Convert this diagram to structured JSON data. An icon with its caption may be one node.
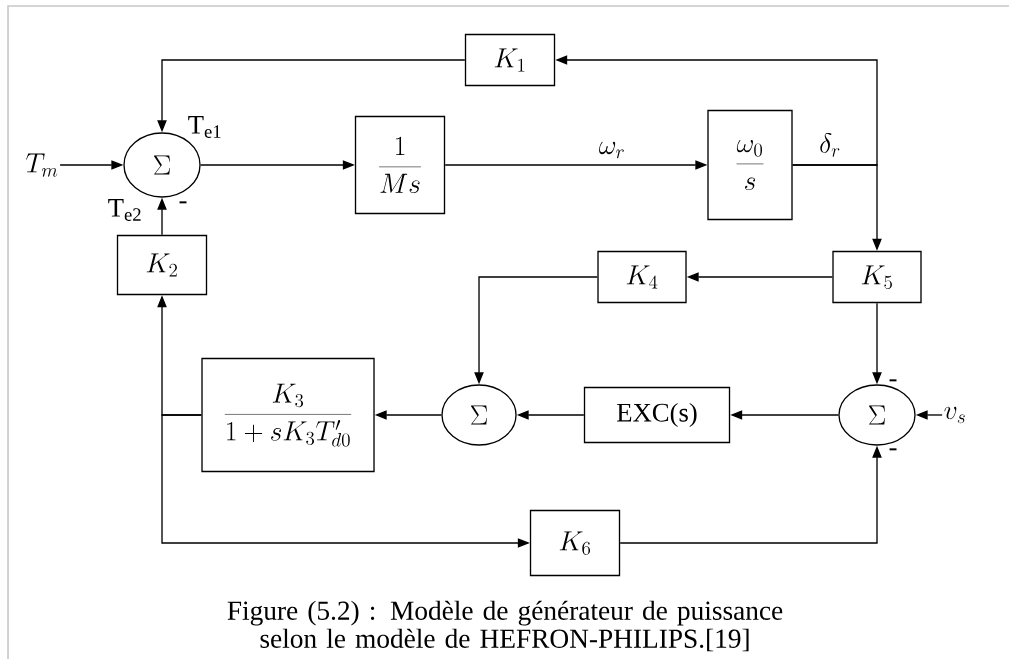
{
  "diagram": {
    "caption": "Figure (5.2) : Modèle de générateur de puissance selon le modèle de HEFRON-PHILIPS.[19]",
    "nodes": [
      {
        "text": [
          "\\Sigma"
        ]
      },
      {
        "text": [
          "\\frac{1}{Ms}"
        ]
      },
      {
        "text": [
          "\\frac{\\omega_{0}}{s}"
        ]
      },
      {
        "text": [
          "K_{1}"
        ]
      },
      {
        "text": [
          "K_{2}"
        ]
      },
      {
        "text": [
          "K_{5}"
        ]
      },
      {
        "text": [
          "K_{4}"
        ]
      },
      {
        "text": [
          "\\frac{K_{3}}{1+sK_{3}T'_{d0}}"
        ]
      },
      {
        "text": [
          "\\Sigma"
        ]
      },
      {
        "text": [
          "EXC(s)"
        ]
      },
      {
        "text": [
          "\\Sigma"
        ]
      },
      {
        "text": [
          "K_{6}"
        ]
      },
      {
        "text": [
          "T_{m}"
        ]
      },
      {
        "text": [
          "v_{s}"
        ]
      }
    ],
    "edges": [
      {
        "from": 12,
        "to": 0,
        "arrow": "to"
      },
      {
        "from": 3,
        "to": 0,
        "arrow": "to",
        "label": "\\mathrm{T}_{\\mathrm{e1}}"
      },
      {
        "from": 0,
        "to": 1,
        "arrow": "to"
      },
      {
        "from": 1,
        "to": 2,
        "arrow": "to",
        "label": "\\omega_{r}"
      },
      {
        "from": 2,
        "to": 3,
        "arrow": "to"
      },
      {
        "from": 2,
        "to": 5,
        "arrow": "to",
        "label": "\\delta_{r}"
      },
      {
        "from": 4,
        "to": 0,
        "arrow": "to",
        "label": "\\mathrm{T}_{\\mathrm{e2}}"
      },
      {
        "from": 5,
        "to": 6,
        "arrow": "to"
      },
      {
        "from": 6,
        "to": 8,
        "arrow": "to"
      },
      {
        "from": 5,
        "to": 10,
        "arrow": "to"
      },
      {
        "from": 13,
        "to": 10,
        "arrow": "to"
      },
      {
        "from": 10,
        "to": 9,
        "arrow": "to"
      },
      {
        "from": 9,
        "to": 8,
        "arrow": "to"
      },
      {
        "from": 8,
        "to": 7,
        "arrow": "to"
      },
      {
        "from": 7,
        "to": 4,
        "arrow": "to"
      },
      {
        "from": 7,
        "to": 11,
        "arrow": "to"
      },
      {
        "from": 11,
        "to": 10,
        "arrow": "to"
      }
    ],
    "labels": [
      "-",
      "-",
      "-"
    ]
  }
}
